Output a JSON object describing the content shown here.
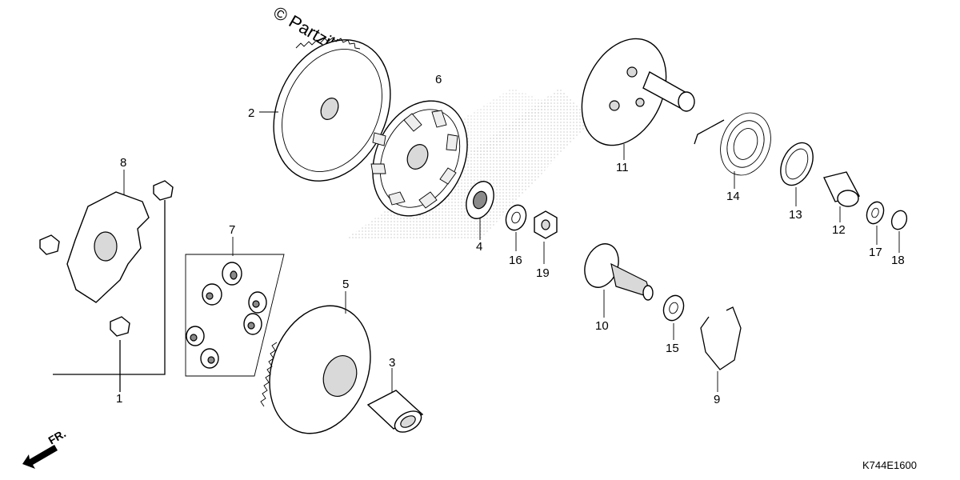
{
  "watermark": "© Partzilla.com",
  "diagram_code": "K744E1600",
  "direction_label": "FR.",
  "callouts": [
    "1",
    "2",
    "3",
    "4",
    "5",
    "6",
    "7",
    "8",
    "9",
    "10",
    "11",
    "12",
    "13",
    "14",
    "15",
    "16",
    "17",
    "18",
    "19"
  ]
}
